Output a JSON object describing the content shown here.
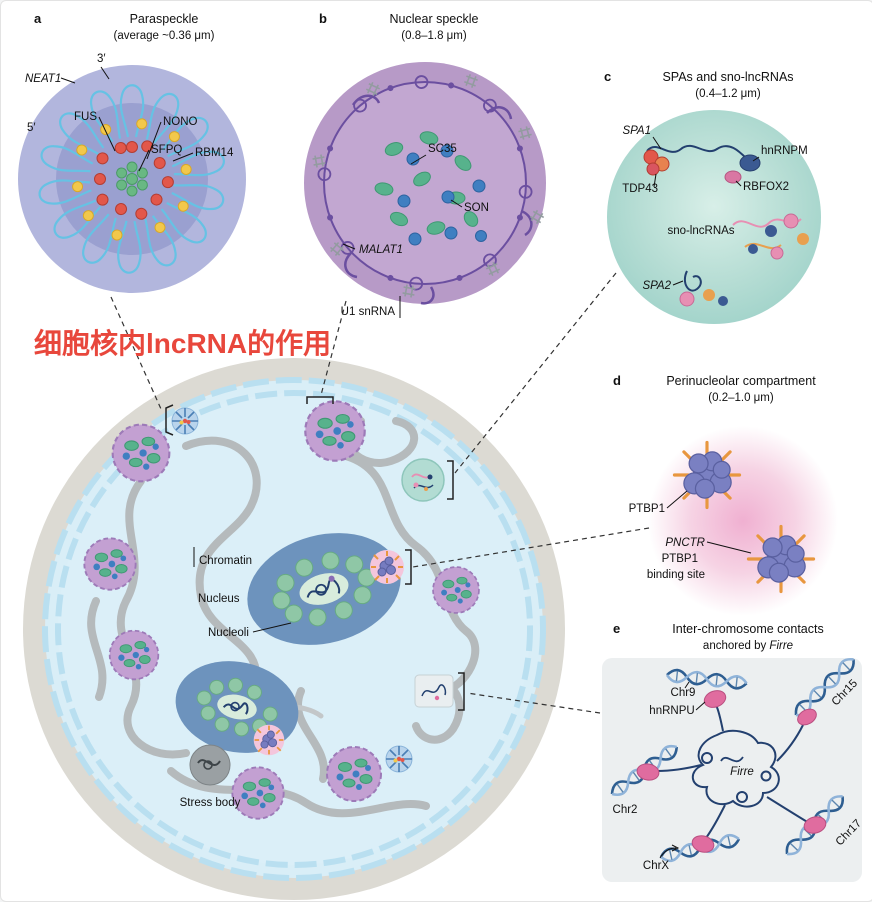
{
  "caption": {
    "text": "细胞核内lncRNA的作用",
    "color": "#e8473c"
  },
  "panel_a": {
    "letter": "a",
    "title": "Paraspeckle",
    "subtitle": "(average ~0.36 μm)",
    "neat1": "NEAT1",
    "three_prime": "3′",
    "five_prime": "5′",
    "fus": "FUS",
    "nono": "NONO",
    "sfpq": "SFPQ",
    "rbm14": "RBM14"
  },
  "panel_b": {
    "letter": "b",
    "title": "Nuclear speckle",
    "subtitle": "(0.8–1.8 μm)",
    "sc35": "SC35",
    "son": "SON",
    "malat1": "MALAT1",
    "u1_snrna": "U1 snRNA"
  },
  "panel_c": {
    "letter": "c",
    "title": "SPAs and sno-lncRNAs",
    "subtitle": "(0.4–1.2 μm)",
    "spa1": "SPA1",
    "hnrnpm": "hnRNPM",
    "rbfox2": "RBFOX2",
    "tdp43": "TDP43",
    "sno_lncrnas": "sno-lncRNAs",
    "spa2": "SPA2"
  },
  "panel_d": {
    "letter": "d",
    "title": "Perinucleolar compartment",
    "subtitle": "(0.2–1.0 μm)",
    "ptbp1": "PTBP1",
    "pnctr": "PNCTR",
    "ptbp1_2": "PTBP1",
    "binding_site": "binding site"
  },
  "panel_e": {
    "letter": "e",
    "title": "Inter-chromosome contacts",
    "subtitle_prefix": "anchored by ",
    "subtitle_gene": "Firre",
    "chr9": "Chr9",
    "hnrnpu": "hnRNPU",
    "chr15": "Chr15",
    "chr2": "Chr2",
    "firre": "Firre",
    "chr17": "Chr17",
    "chrx": "ChrX"
  },
  "nucleus": {
    "chromatin": "Chromatin",
    "nucleus": "Nucleus",
    "nucleoli": "Nucleoli",
    "stress_body": "Stress body"
  },
  "colors": {
    "caption_red": "#e8473c",
    "paraspeckle_rna_blue": "#66c2e4",
    "paraspeckle_body": "#b2b6dd",
    "speckle_purple": "#b79ac7",
    "speckle_chain_purple": "#6b4fa0",
    "spa_teal": "#a7d6ce",
    "pnc_pink": "#f0b9d6",
    "ptbp1_purple": "#7a80c2",
    "spike_orange": "#e8973f",
    "nucleolus_blue": "#6d93bd",
    "chromatin_gray": "#b5babc",
    "envelope_blue": "#b9dff0",
    "bean_green": "#57b28c",
    "dot_blue": "#3f7fc1",
    "firre_navy": "#23406f",
    "blob_pink": "#e06c9f"
  }
}
